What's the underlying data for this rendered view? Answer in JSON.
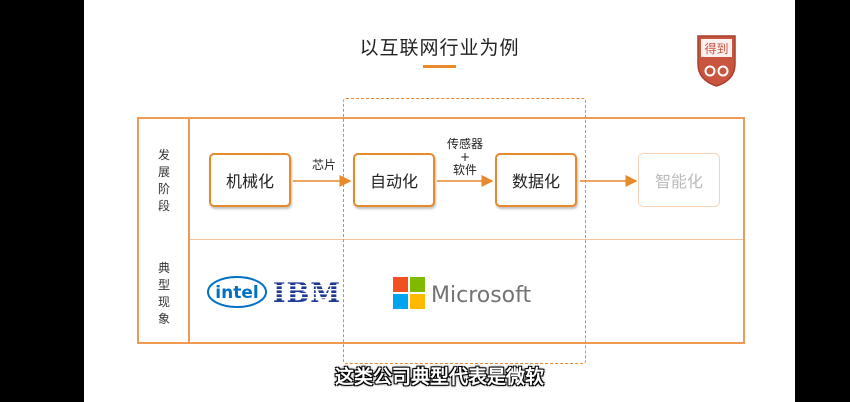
{
  "title": "以互联网行业为例",
  "logo_text": "得到",
  "rows": {
    "stages_label": [
      "发",
      "展",
      "阶",
      "段"
    ],
    "phenomena_label": [
      "典",
      "型",
      "现",
      "象"
    ]
  },
  "stages": [
    "机械化",
    "自动化",
    "数据化",
    "智能化"
  ],
  "arrow_labels": {
    "chip": "芯片",
    "sensor": "传感器",
    "plus": "+",
    "software": "软件"
  },
  "companies": {
    "intel": "intel",
    "ibm": "IBM",
    "microsoft": "Microsoft"
  },
  "colors": {
    "accent": "#e8892b",
    "faded": "#f7d2b4",
    "ms_red": "#f25022",
    "ms_green": "#7fba00",
    "ms_blue": "#00a4ef",
    "ms_yellow": "#ffb900",
    "intel_blue": "#0071c5",
    "ibm_blue": "#1f3a93"
  },
  "subtitle": "这类公司典型代表是微软"
}
